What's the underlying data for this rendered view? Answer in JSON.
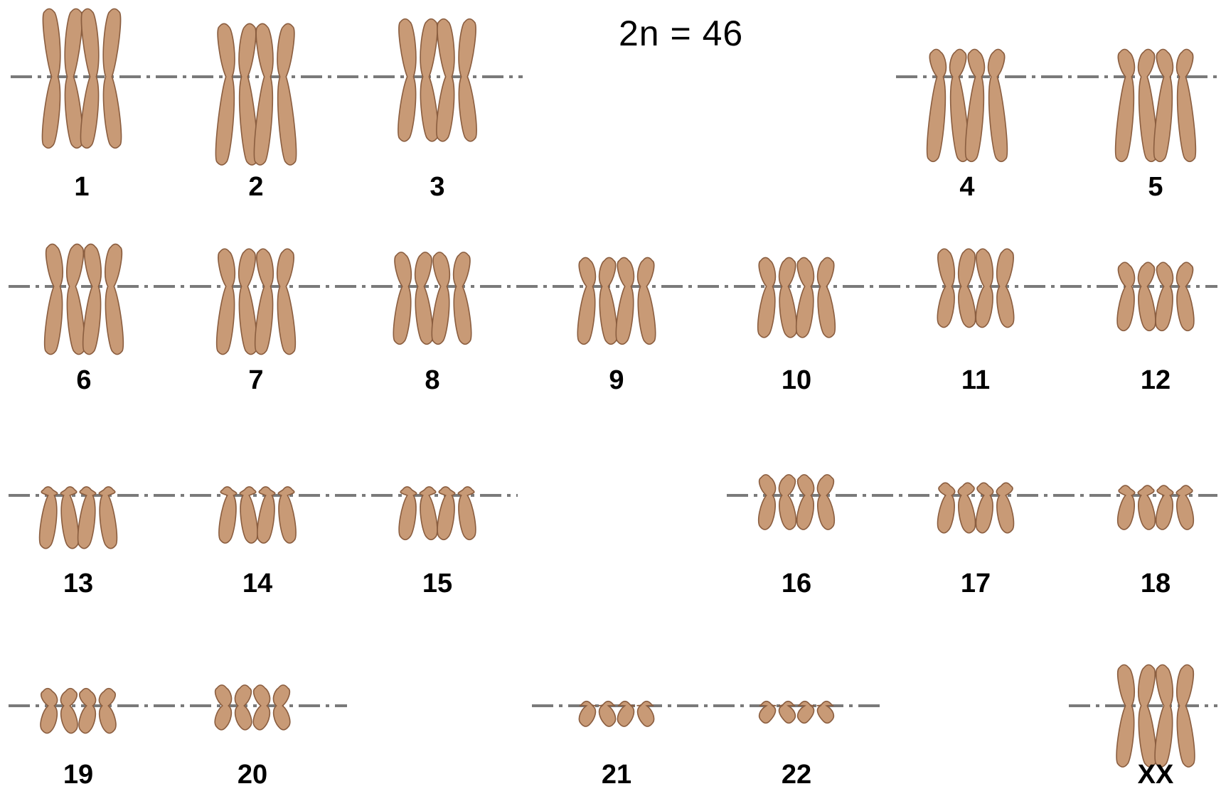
{
  "title": "2n = 46",
  "colors": {
    "chromatid_fill": "#c89a76",
    "chromatid_outline": "#8a5d3f",
    "centromere_line": "#7a7a7a",
    "background": "#ffffff"
  },
  "rows": [
    {
      "id": "row-1",
      "groups": [
        {
          "label": "1",
          "p": 1.0,
          "q": 1.05
        },
        {
          "label": "2",
          "p": 0.78,
          "q": 1.3
        },
        {
          "label": "3",
          "p": 0.85,
          "q": 0.95
        },
        {
          "label": "4",
          "p": 0.4,
          "q": 1.25
        },
        {
          "label": "5",
          "p": 0.4,
          "q": 1.25
        }
      ]
    },
    {
      "id": "row-2",
      "groups": [
        {
          "label": "6",
          "p": 0.62,
          "q": 1.0
        },
        {
          "label": "7",
          "p": 0.55,
          "q": 1.0
        },
        {
          "label": "8",
          "p": 0.5,
          "q": 0.85
        },
        {
          "label": "9",
          "p": 0.42,
          "q": 0.85
        },
        {
          "label": "10",
          "p": 0.42,
          "q": 0.75
        },
        {
          "label": "11",
          "p": 0.55,
          "q": 0.6
        },
        {
          "label": "12",
          "p": 0.35,
          "q": 0.65
        }
      ]
    },
    {
      "id": "row-3",
      "groups": [
        {
          "label": "13",
          "p": 0.12,
          "q": 0.78
        },
        {
          "label": "14",
          "p": 0.12,
          "q": 0.7
        },
        {
          "label": "15",
          "p": 0.12,
          "q": 0.65
        },
        {
          "label": "16",
          "p": 0.3,
          "q": 0.5
        },
        {
          "label": "17",
          "p": 0.18,
          "q": 0.55
        },
        {
          "label": "18",
          "p": 0.14,
          "q": 0.5
        }
      ]
    },
    {
      "id": "row-4",
      "groups": [
        {
          "label": "19",
          "p": 0.25,
          "q": 0.4
        },
        {
          "label": "20",
          "p": 0.3,
          "q": 0.35
        },
        {
          "label": "21",
          "p": 0.06,
          "q": 0.3
        },
        {
          "label": "22",
          "p": 0.06,
          "q": 0.25
        },
        {
          "label": "XX",
          "p": 0.6,
          "q": 0.9
        }
      ]
    }
  ]
}
